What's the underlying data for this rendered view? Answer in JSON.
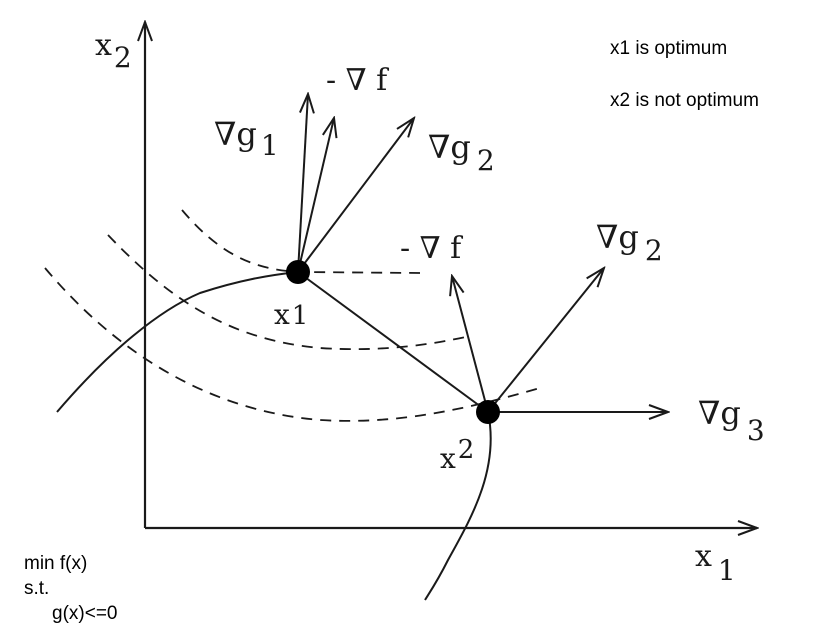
{
  "notes": {
    "line1": "x1 is optimum",
    "line2": "x2 is not optimum"
  },
  "problem": {
    "line1": "min f(x)",
    "line2": "s.t.",
    "line3": "g(x)<=0"
  },
  "axes": {
    "x_label_base": "x",
    "x_label_sub": "1",
    "y_label_base": "x",
    "y_label_sub": "2"
  },
  "points": {
    "x1_base": "x",
    "x1_sub": "1",
    "x2_base": "x",
    "x2_sub": "2"
  },
  "gradients": {
    "neg_grad_f_1": "- ∇ f",
    "grad_g1_base": "∇g",
    "grad_g1_sub": "1",
    "grad_g2_top_base": "∇g",
    "grad_g2_top_sub": "2",
    "neg_grad_f_2": "- ∇ f",
    "grad_g2_right_base": "∇g",
    "grad_g2_right_sub": "2",
    "grad_g3_base": "∇g",
    "grad_g3_sub": "3"
  },
  "colors": {
    "ink": "#1a1a1a",
    "background": "#ffffff"
  }
}
